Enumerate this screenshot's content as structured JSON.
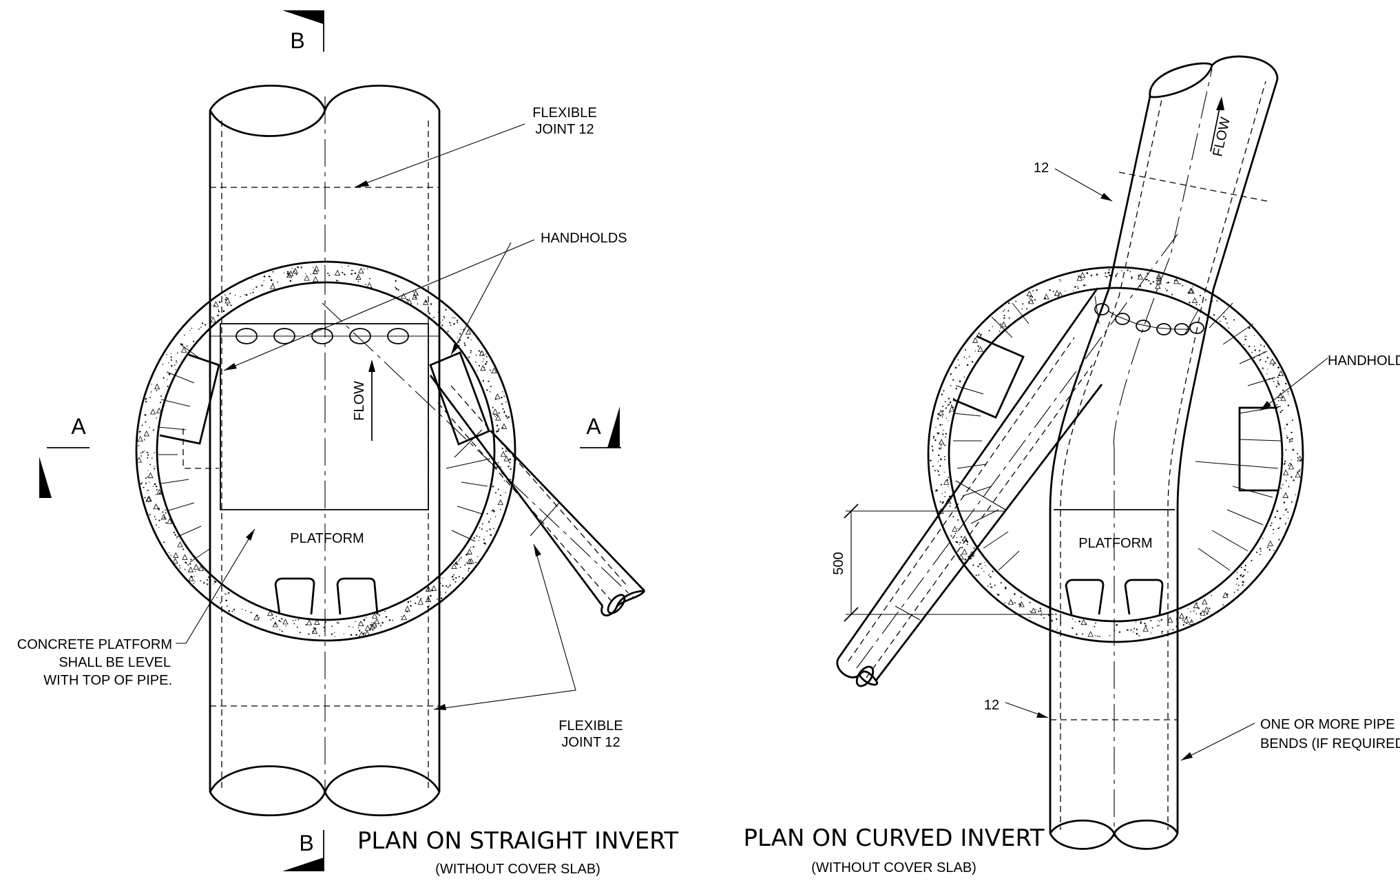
{
  "left_plan": {
    "title": "PLAN ON STRAIGHT INVERT",
    "subtitle": "(WITHOUT COVER SLAB)",
    "section_b_top": "B",
    "section_b_bottom": "B",
    "section_a_left": "A",
    "section_a_right": "A",
    "flexible_joint_top_line1": "FLEXIBLE",
    "flexible_joint_top_line2": "JOINT 12",
    "handholds": "HANDHOLDS",
    "flow": "FLOW",
    "platform": "PLATFORM",
    "concrete_note_line1": "CONCRETE PLATFORM",
    "concrete_note_line2": "SHALL BE LEVEL",
    "concrete_note_line3": "WITH TOP OF PIPE.",
    "flexible_joint_bottom_line1": "FLEXIBLE",
    "flexible_joint_bottom_line2": "JOINT 12"
  },
  "right_plan": {
    "title": "PLAN ON CURVED INVERT",
    "subtitle": "(WITHOUT COVER SLAB)",
    "joint_top": "12",
    "joint_bottom": "12",
    "flow": "FLOW",
    "handholds": "HANDHOLDS",
    "platform": "PLATFORM",
    "dimension": "500",
    "bends_note_line1": "ONE OR MORE PIPE",
    "bends_note_line2": "BENDS (IF REQUIRED)"
  }
}
